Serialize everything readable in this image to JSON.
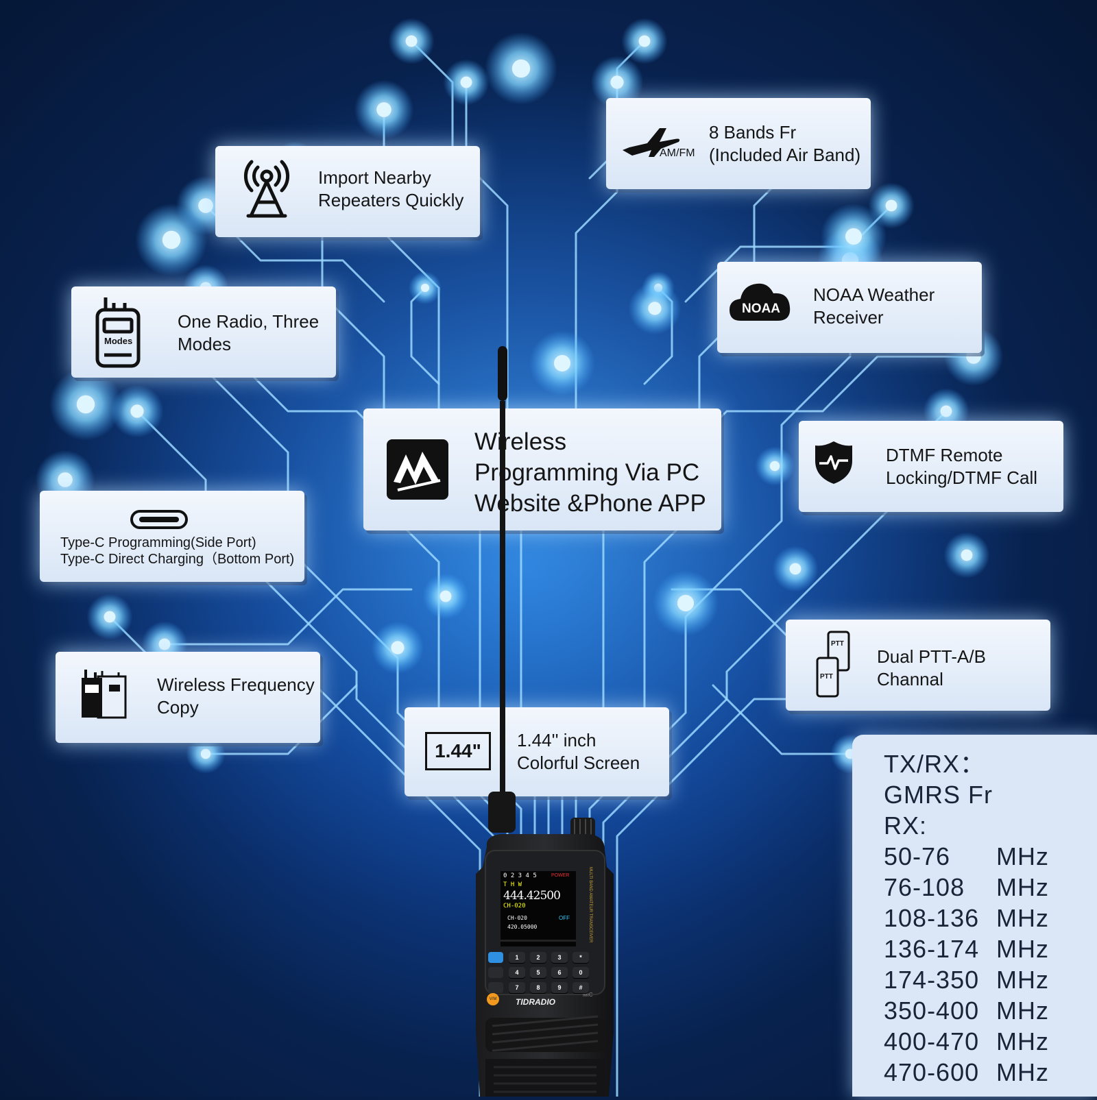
{
  "features": {
    "repeaters": {
      "text": "Import Nearby Repeaters Quickly",
      "icon": "tower-icon"
    },
    "bands": {
      "text": "8 Bands Fr (Included Air Band)",
      "icon_text": "AM/FM",
      "icon": "airplane-icon"
    },
    "modes": {
      "text": "One Radio, Three Modes",
      "icon_text": "Modes",
      "icon": "radio-modes-icon"
    },
    "noaa": {
      "text": "NOAA Weather Receiver",
      "icon_text": "NOAA",
      "icon": "noaa-cloud-icon"
    },
    "wireless_programming": {
      "text": "Wireless Programming Via PC Website &Phone APP",
      "icon": "app-logo-icon"
    },
    "dtmf": {
      "text": "DTMF Remote Locking/DTMF Call",
      "icon": "shield-icon"
    },
    "typec": {
      "line1": "Type-C Programming(Side Port)",
      "line2": "Type-C Direct Charging（Bottom Port)",
      "icon": "usb-c-icon"
    },
    "ptt": {
      "text": "Dual PTT-A/B Channal",
      "icon_text": "PTT",
      "icon": "dual-ptt-icon"
    },
    "freq_copy": {
      "text": "Wireless Frequency Copy",
      "icon": "two-radios-icon"
    },
    "screen": {
      "text": "1.44'' inch Colorful Screen",
      "icon_text": "1.44\""
    }
  },
  "radio": {
    "brand": "TIDRADIO",
    "side_label": "MULTI BAND AMATEUR TRANSCEIVER",
    "display": {
      "top": "0 2 3 4 5",
      "power": "POWER",
      "flags": "T H W",
      "freq_main": "444.42500",
      "ch_main": "CH-020",
      "ch_sub": "CH-020",
      "freq_sub": "420.05000",
      "off": "OFF"
    },
    "keys": [
      "1",
      "2",
      "3",
      "*",
      "4",
      "5",
      "6",
      "0",
      "7",
      "8",
      "9",
      "#"
    ],
    "mic": "MIC",
    "vm": "V/M"
  },
  "specs": {
    "txrx_label": "TX/RX：",
    "gmrs": "GMRS Fr",
    "rx_label": "RX:",
    "unit": "MHz",
    "ranges": [
      "50-76",
      "76-108",
      "108-136",
      "136-174",
      "174-350",
      "350-400",
      "400-470",
      "470-600"
    ]
  },
  "colors": {
    "background_center": "#1d6fd0",
    "background_edge": "#061634",
    "circuit": "#8fd4ff",
    "card": "#e6eef9",
    "specs_panel": "#dbe6f6"
  }
}
